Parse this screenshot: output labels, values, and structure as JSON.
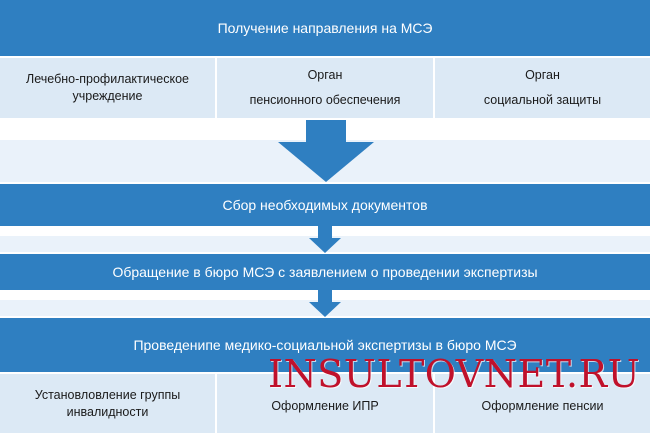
{
  "steps": {
    "step1_title": "Получение направления на МСЭ",
    "step1_options": [
      {
        "line1": "Лечебно-профилактическое",
        "line2": "учреждение"
      },
      {
        "line1": "Орган",
        "line2": "пенсионного обеспечения"
      },
      {
        "line1": "Орган",
        "line2": "социальной защиты"
      }
    ],
    "step2_title": "Сбор необходимых документов",
    "step3_title": "Обращение в бюро МСЭ с заявлением о проведении экспертизы",
    "step4_title": "Проведенипе медико-социальной экспертизы в бюро МСЭ",
    "step4_outcomes": [
      {
        "line1": "Установловление группы",
        "line2": "инвалидности"
      },
      {
        "line1": "Оформление ИПР",
        "line2": ""
      },
      {
        "line1": "Оформление пенсии",
        "line2": ""
      }
    ]
  },
  "watermark": "INSULTOVNET.RU",
  "colors": {
    "bar": "#2f7fc1",
    "cell": "#dce9f5",
    "arrow": "#2f7fc1",
    "watermark": "#c0112b"
  }
}
